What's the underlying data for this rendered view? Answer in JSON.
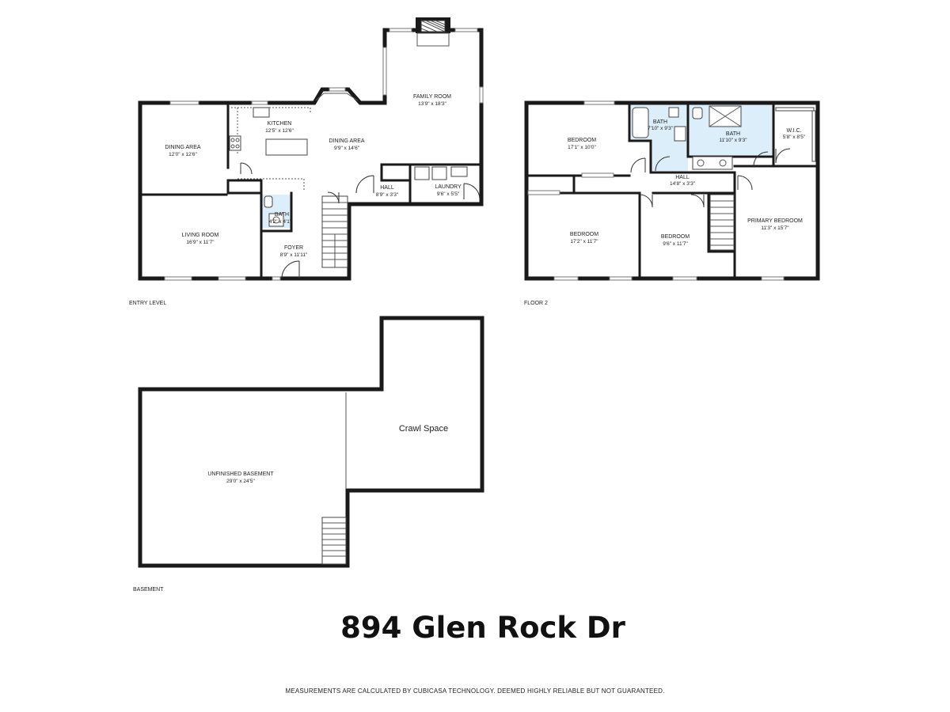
{
  "address": "894 Glen Rock Dr",
  "disclaimer": "MEASUREMENTS ARE CALCULATED BY CUBICASA TECHNOLOGY. DEEMED HIGHLY RELIABLE BUT NOT GUARANTEED.",
  "floors": {
    "entry": "ENTRY LEVEL",
    "floor2": "FLOOR 2",
    "basement": "BASEMENT"
  },
  "rooms": {
    "family_room": {
      "name": "FAMILY ROOM",
      "dim": "13'9\" x 18'3\""
    },
    "kitchen": {
      "name": "KITCHEN",
      "dim": "12'5\" x 12'6\""
    },
    "dining_area_left": {
      "name": "DINING AREA",
      "dim": "12'0\" x 12'6\""
    },
    "dining_area_center": {
      "name": "DINING AREA",
      "dim": "9'9\" x 14'6\""
    },
    "hall_entry": {
      "name": "HALL",
      "dim": "8'9\" x 3'3\""
    },
    "laundry": {
      "name": "LAUNDRY",
      "dim": "9'6\" x 5'5\""
    },
    "bath_entry": {
      "name": "BATH",
      "dim": "4'2\" x 4'1\""
    },
    "living_room": {
      "name": "LIVING ROOM",
      "dim": "16'9\" x 11'7\""
    },
    "foyer": {
      "name": "FOYER",
      "dim": "8'9\" x 11'11\""
    },
    "bedroom_1": {
      "name": "BEDROOM",
      "dim": "17'1\" x 10'0\""
    },
    "bath_f2": {
      "name": "BATH",
      "dim": "7'10\" x 9'3\""
    },
    "bath_primary": {
      "name": "BATH",
      "dim": "11'10\" x 9'3\""
    },
    "wic": {
      "name": "W.I.C.",
      "dim": "5'8\" x 8'5\""
    },
    "hall_f2": {
      "name": "HALL",
      "dim": "14'8\" x 3'3\""
    },
    "bedroom_2": {
      "name": "BEDROOM",
      "dim": "17'2\" x 11'7\""
    },
    "bedroom_3": {
      "name": "BEDROOM",
      "dim": "9'6\" x 11'7\""
    },
    "primary_bedroom": {
      "name": "PRIMARY BEDROOM",
      "dim": "11'3\" x 15'7\""
    },
    "unfinished_basement": {
      "name": "UNFINISHED BASEMENT",
      "dim": "29'0\" x 24'5\""
    },
    "crawl_space": {
      "name": "Crawl Space"
    }
  }
}
